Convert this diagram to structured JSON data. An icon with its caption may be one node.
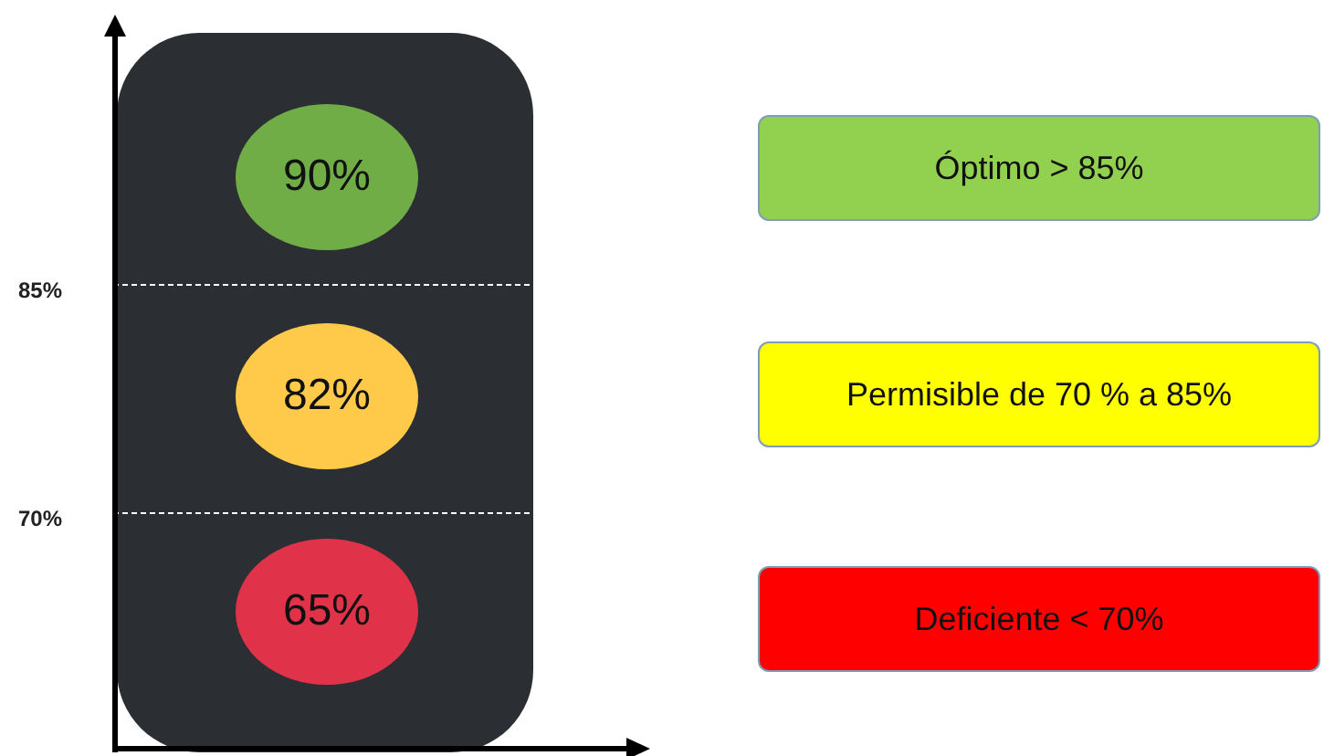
{
  "diagram": {
    "nodes": [
      {
        "text": [],
        "shape": "box"
      },
      {
        "text": [
          "90%"
        ],
        "in": 0
      },
      {
        "text": [
          "82%"
        ],
        "in": 0
      },
      {
        "text": [
          "65%"
        ],
        "in": 0
      },
      {
        "text": [
          "Óptimo > 85%"
        ]
      },
      {
        "text": [
          "Permisible de 70 % a 85%"
        ]
      },
      {
        "text": [
          "Deficiente < 70%"
        ]
      }
    ],
    "edges": [],
    "labels": [
      "85%",
      "70%"
    ]
  }
}
